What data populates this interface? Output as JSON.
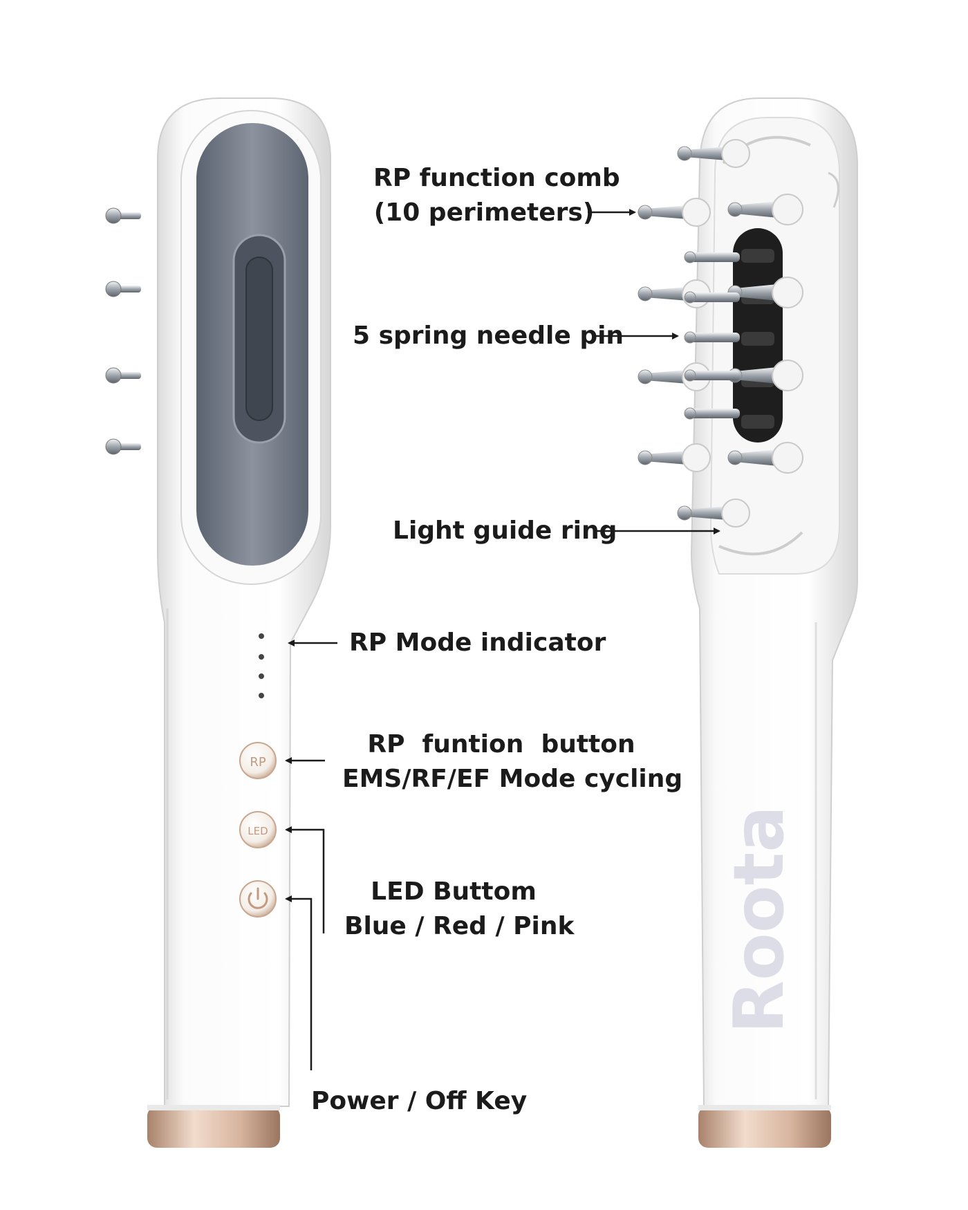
{
  "labels": {
    "rp_comb": {
      "line1": "RP function comb",
      "line2": "(10 perimeters)"
    },
    "spring_pin": "5 spring needle pin",
    "light_ring": "Light guide ring",
    "mode_indicator": "RP Mode indicator",
    "rp_button": {
      "line1": "RP  funtion  button",
      "line2": "EMS/RF/EF Mode cycling"
    },
    "led_button": {
      "line1": "LED Buttom",
      "line2": "Blue / Red / Pink"
    },
    "power_key": "Power / Off Key"
  },
  "device": {
    "brand": "Roota",
    "button_marks": [
      "RP",
      "LED"
    ],
    "power_icon": "power-icon"
  },
  "colors": {
    "body": "#f4f4f4",
    "panel": "#6f7784",
    "base": "#d9b9a4",
    "pins": "#b9bec4",
    "text": "#1b1b1b"
  }
}
